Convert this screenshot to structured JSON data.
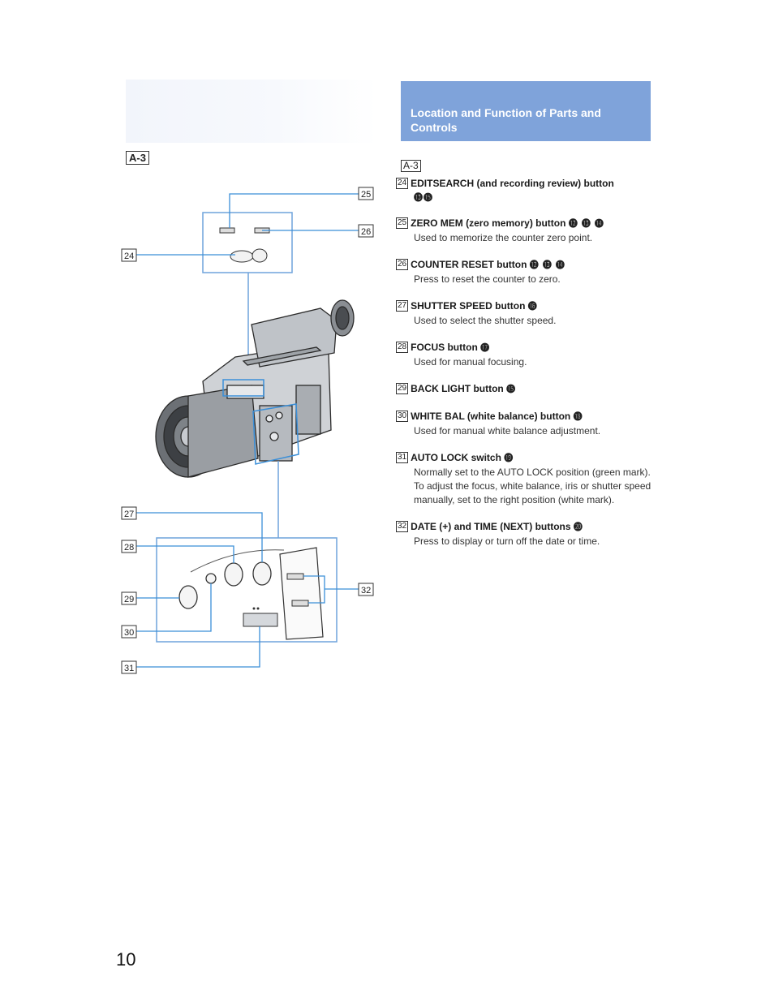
{
  "header": {
    "title": "Location and Function of Parts and Controls"
  },
  "section_label": "A-3",
  "section_label_right": "A-3",
  "diagram": {
    "callouts": [
      "24",
      "25",
      "26",
      "27",
      "28",
      "29",
      "30",
      "31",
      "32"
    ],
    "callouts_ids": [
      "c24",
      "c25",
      "c26",
      "c27",
      "c28",
      "c29",
      "c30",
      "c31",
      "c32"
    ]
  },
  "items": [
    {
      "num": "24",
      "title": "EDITSEARCH (and recording review) button",
      "refs": "⓭⓯",
      "desc": ""
    },
    {
      "num": "25",
      "title": "ZERO MEM (zero memory) button",
      "refs": "⓬ ⓭ ⓮",
      "desc": "Used to memorize the counter zero point."
    },
    {
      "num": "26",
      "title": "COUNTER RESET button",
      "refs": "⓬ ⓭ ⓮",
      "desc": "Press to reset the counter to zero."
    },
    {
      "num": "27",
      "title": "SHUTTER SPEED button",
      "refs": "⓰",
      "desc": "Used to select the shutter speed."
    },
    {
      "num": "28",
      "title": "FOCUS button",
      "refs": "⓱",
      "desc": "Used for manual focusing."
    },
    {
      "num": "29",
      "title": "BACK LIGHT button",
      "refs": "⓯",
      "desc": ""
    },
    {
      "num": "30",
      "title": "WHITE BAL (white balance) button",
      "refs": "⓲",
      "desc": "Used for manual white balance adjustment."
    },
    {
      "num": "31",
      "title": "AUTO LOCK switch",
      "refs": "⓳",
      "desc": "Normally set to the AUTO LOCK position (green mark).\nTo adjust the focus, white balance, iris or shutter speed manually, set to the right position (white mark)."
    },
    {
      "num": "32",
      "title": "DATE (+) and TIME (NEXT) buttons",
      "refs": "⓴",
      "desc": "Press to display or turn off the date or time."
    }
  ],
  "page_number": "10",
  "colors": {
    "header_bg": "#7fa3da",
    "leader_line": "#3b8fd8",
    "box_line": "#6fa3dc"
  }
}
